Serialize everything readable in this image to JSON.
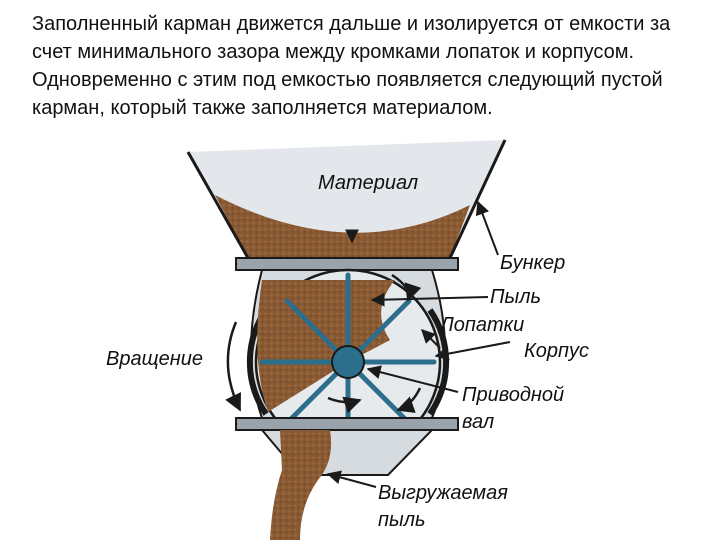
{
  "description_text": "Заполненный карман движется дальше и изолируется от емкости за счет минимального зазора между кромками лопаток и корпусом.  Одновременно с этим под емкостью появляется следующий пустой карман, который также заполняется материалом.",
  "labels": {
    "material": "Материал",
    "hopper": "Бункер",
    "dust": "Пыль",
    "blades": "Лопатки",
    "housing": "Корпус",
    "rotation": "Вращение",
    "drive_shaft": "Приводной вал",
    "discharged_dust": "Выгружаемая пыль"
  },
  "colors": {
    "material": "#8a5a34",
    "housing_fill": "#d6dbe0",
    "rotor": "#2b6f8c",
    "outline": "#1a1a1a"
  }
}
